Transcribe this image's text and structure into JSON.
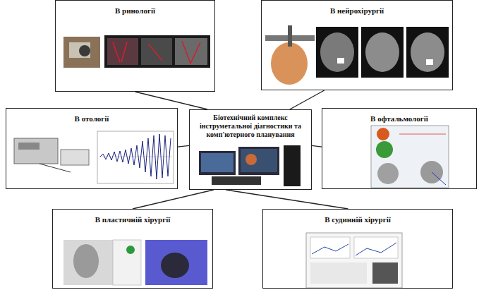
{
  "diagram": {
    "nodes": [
      {
        "text": [
          "В ринології"
        ]
      },
      {
        "text": [
          "В нейрохірургії"
        ]
      },
      {
        "text": [
          "В отології"
        ]
      },
      {
        "text": [
          "Біотехнічний комплекс інструметальної діагностики та комп'ютерного планування"
        ]
      },
      {
        "text": [
          "В офтальмології"
        ]
      },
      {
        "text": [
          "В пластичній хірургії"
        ]
      },
      {
        "text": [
          "В судинній хірургії"
        ]
      }
    ],
    "edges": [
      {
        "from": 3,
        "to": 0,
        "arrow": "none"
      },
      {
        "from": 3,
        "to": 1,
        "arrow": "none"
      },
      {
        "from": 3,
        "to": 2,
        "arrow": "none"
      },
      {
        "from": 3,
        "to": 4,
        "arrow": "none"
      },
      {
        "from": 3,
        "to": 5,
        "arrow": "none"
      },
      {
        "from": 3,
        "to": 6,
        "arrow": "none"
      }
    ]
  }
}
